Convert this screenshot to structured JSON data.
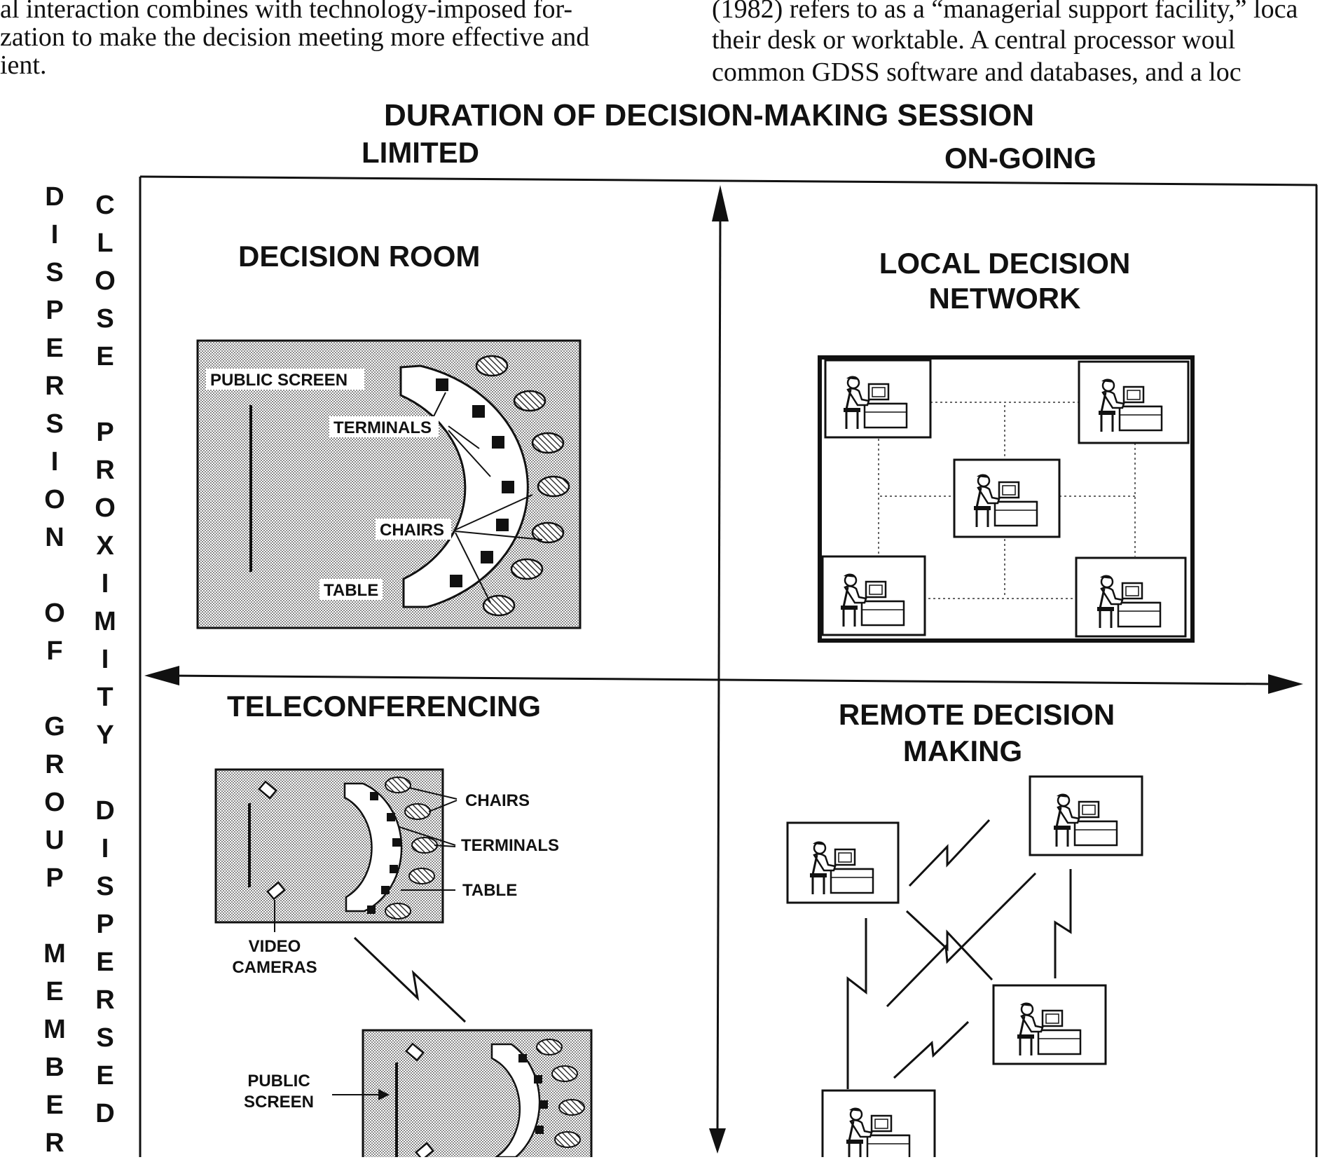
{
  "text_left": [
    "al interaction combines with technology-imposed for-",
    "zation to make the decision meeting more effective and",
    "ient."
  ],
  "text_right": [
    "(1982) refers to as a “managerial support facility,” loca",
    "their desk or worktable. A central processor woul",
    "common GDSS software and databases, and a loc"
  ],
  "diagram": {
    "title": "DURATION OF DECISION-MAKING SESSION",
    "col_limited": "LIMITED",
    "col_ongoing": "ON-GOING",
    "vertical_outer": "DISPERSION OF GROUP MEMBER",
    "vertical_inner": "CLOSE PROXIMITY DISPERSED",
    "quadrants": {
      "decision_room": {
        "title": "DECISION ROOM",
        "public_screen": "PUBLIC SCREEN",
        "terminals": "TERMINALS",
        "chairs": "CHAIRS",
        "table": "TABLE"
      },
      "local_network": {
        "title_line1": "LOCAL DECISION",
        "title_line2": "NETWORK"
      },
      "teleconferencing": {
        "title": "TELECONFERENCING",
        "chairs": "CHAIRS",
        "terminals": "TERMINALS",
        "table": "TABLE",
        "video_line1": "VIDEO",
        "video_line2": "CAMERAS",
        "public_line1": "PUBLIC",
        "public_line2": "SCREEN"
      },
      "remote": {
        "title_line1": "REMOTE DECISION",
        "title_line2": "MAKING"
      }
    }
  }
}
